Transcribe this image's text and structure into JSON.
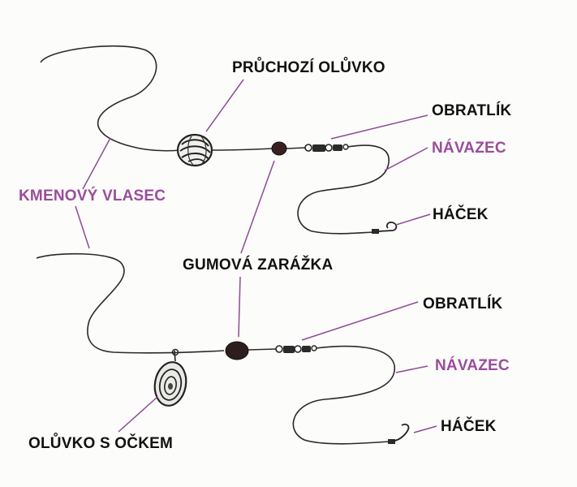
{
  "labels": {
    "pruchozi_oluvko": "PRŮCHOZÍ OLŮVKO",
    "obratlik_top": "OBRATLÍK",
    "navazec_top": "NÁVAZEC",
    "kmenovy_vlasec": "KMENOVÝ VLASEC",
    "hacek_top": "HÁČEK",
    "gumova_zarazka": "GUMOVÁ ZARÁŽKA",
    "obratlik_bottom": "OBRATLÍK",
    "navazec_bottom": "NÁVAZEC",
    "hacek_bottom": "HÁČEK",
    "oluvko_s_ockem": "OLŮVKO S OČKEM"
  },
  "colors": {
    "label_black": "#111111",
    "label_purple": "#9a4c9c",
    "leader_line": "#8e4a97",
    "fishing_line": "#2a2a2a",
    "background": "#fcfcfa"
  }
}
